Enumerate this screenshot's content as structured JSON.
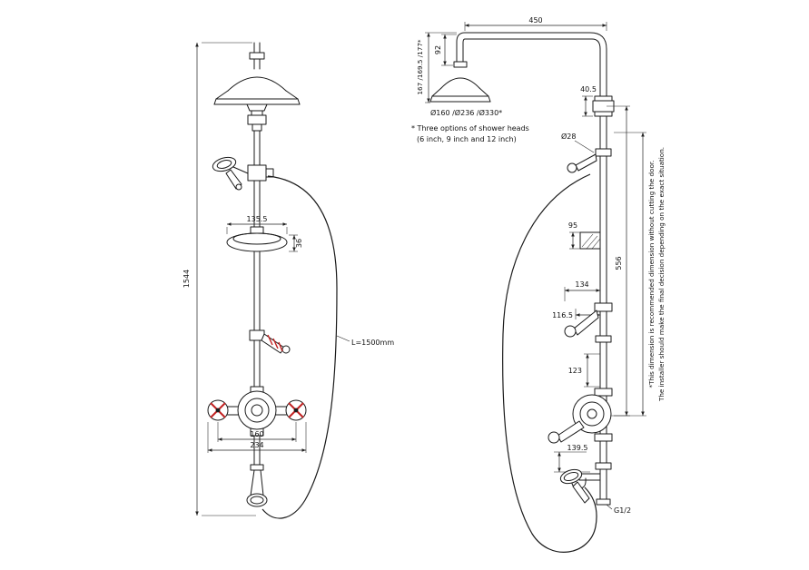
{
  "colors": {
    "line": "#1a1a1a",
    "dimension": "#222222",
    "accent_red": "#c22222",
    "background": "#ffffff"
  },
  "left_view": {
    "dim_overall_height": "1544",
    "dim_soap_dish_width": "135.5",
    "dim_soap_dish_depth": "36",
    "dim_handle_span": "160",
    "dim_valve_width": "234",
    "hose_length_label": "L=1500mm"
  },
  "right_view": {
    "dim_arm_length": "450",
    "dim_arm_drop": "92",
    "dim_head_heights": "167 /169.5 /177*",
    "label_head_diameters": "Ø160 /Ø236 /Ø330*",
    "note_heads_line1": "* Three options of shower heads",
    "note_heads_line2": "(6 inch, 9 inch and 12 inch)",
    "dim_union_offset": "40.5",
    "label_diverter_diameter": "Ø28",
    "dim_bracket": "95",
    "dim_riser_span": "556",
    "dim_lever_reach": "134",
    "dim_lever_drop": "116.5",
    "dim_valve_gap": "123",
    "dim_outlet_drop": "139.5",
    "label_connection": "G1/2",
    "note_door_line1": "*This dimension is recommended dimension without cutting the door.",
    "note_door_line2": "The installer should make the final decision depending on the exact situation."
  }
}
